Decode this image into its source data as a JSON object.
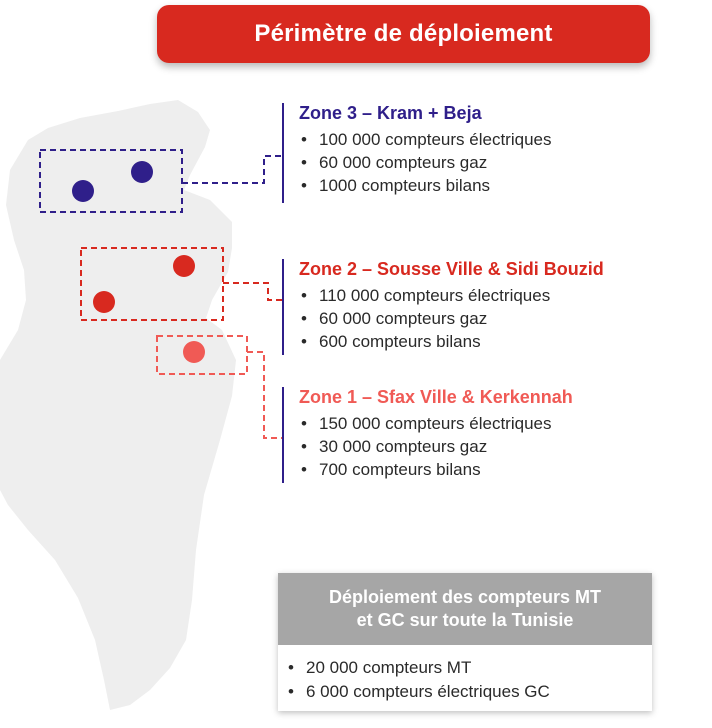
{
  "banner": {
    "title": "Périmètre de déploiement"
  },
  "colors": {
    "banner": "#d8291f",
    "zone3": "#2f1f8a",
    "zone2": "#d8291f",
    "zone1": "#f05a55",
    "map_fill": "#eeeeee",
    "box_header": "#a6a6a6"
  },
  "zones": [
    {
      "title": "Zone 3 – Kram + Beja",
      "items": [
        "100 000  compteurs électriques",
        "60 000 compteurs gaz",
        "1000 compteurs bilans"
      ]
    },
    {
      "title": "Zone 2 – Sousse Ville & Sidi Bouzid",
      "items": [
        "110 000 compteurs électriques",
        "60 000 compteurs gaz",
        "600 compteurs bilans"
      ]
    },
    {
      "title": "Zone 1 – Sfax Ville & Kerkennah",
      "items": [
        "150 000 compteurs électriques",
        "30 000 compteurs gaz",
        "700 compteurs bilans"
      ]
    }
  ],
  "summary": {
    "title_line1": "Déploiement des compteurs MT",
    "title_line2": "et GC sur toute la Tunisie",
    "items": [
      "20 000 compteurs MT",
      "6 000 compteurs électriques GC"
    ]
  },
  "bullet": "•"
}
